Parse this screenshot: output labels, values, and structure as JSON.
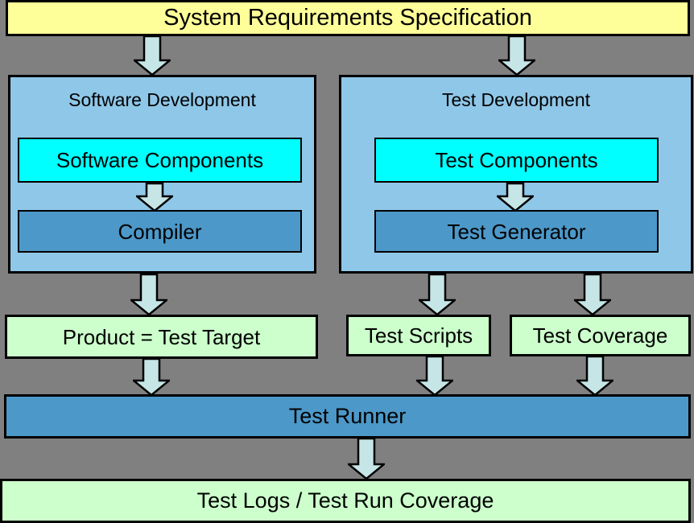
{
  "colors": {
    "background": "#808080",
    "title_fill": "#FFFF99",
    "container_fill": "#8FC7E8",
    "component_fill": "#00FFFF",
    "tool_fill": "#4C98C9",
    "artifact_fill": "#CCFFCC",
    "arrow_fill": "#C6E5E7",
    "border": "#000000"
  },
  "nodes": {
    "title": "System Requirements Specification",
    "software_development": "Software Development",
    "software_components": "Software Components",
    "compiler": "Compiler",
    "test_development": "Test Development",
    "test_components": "Test Components",
    "test_generator": "Test Generator",
    "product": "Product = Test Target",
    "test_scripts": "Test Scripts",
    "test_coverage": "Test Coverage",
    "test_runner": "Test Runner",
    "test_logs": "Test Logs / Test Run Coverage"
  },
  "icons": {
    "connector": "down-arrow-icon"
  }
}
